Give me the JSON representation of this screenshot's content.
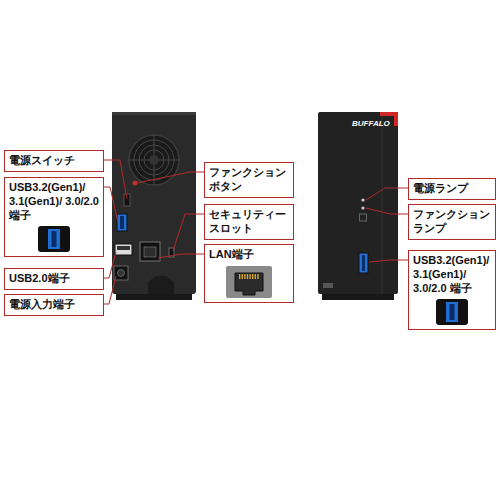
{
  "diagram": {
    "nodes": [
      {
        "text": [
          "電源スイッチ"
        ]
      },
      {
        "text": [
          "USB3.2(Gen1)/ 3.1(Gen1)/ 3.0/2.0 端子"
        ]
      },
      {
        "text": [
          "ファンクション ボタン"
        ]
      },
      {
        "text": [
          "セキュリティー スロット"
        ]
      },
      {
        "text": [
          "LAN端子"
        ]
      },
      {
        "text": [
          "USB2.0端子"
        ]
      },
      {
        "text": [
          "電源入力端子"
        ]
      },
      {
        "text": [
          "電源ランプ"
        ]
      },
      {
        "text": [
          "ファンクション ランプ"
        ]
      },
      {
        "text": [
          "USB3.2(Gen1)/ 3.1(Gen1)/ 3.0/2.0 端子"
        ]
      }
    ],
    "labels": [
      "BUFFALO"
    ]
  }
}
